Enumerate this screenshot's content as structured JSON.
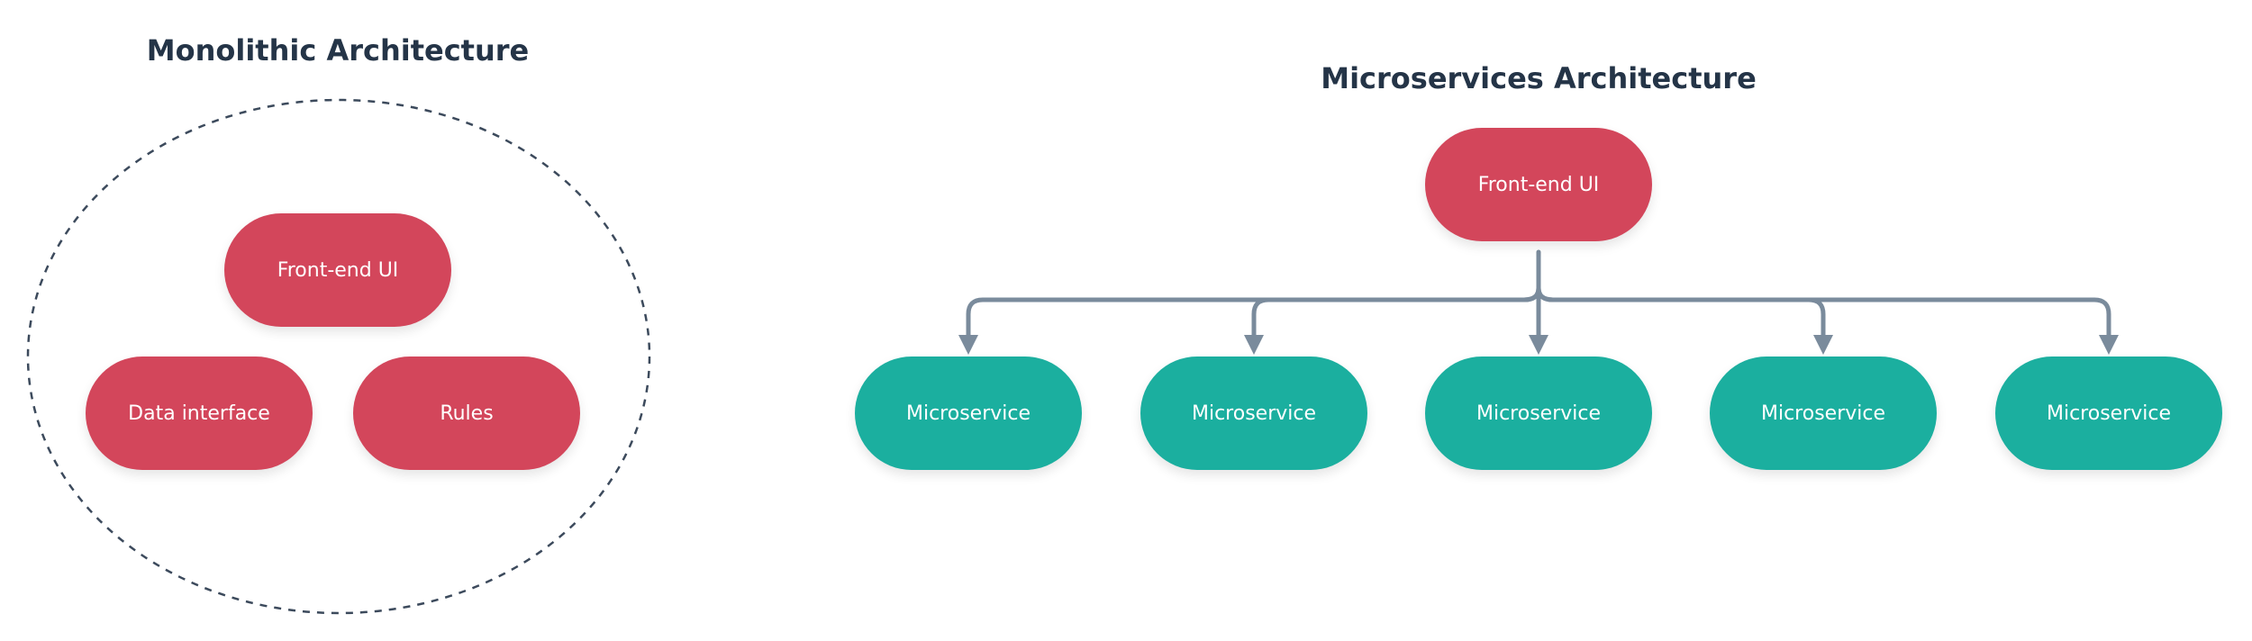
{
  "monolithic": {
    "title": "Monolithic Architecture",
    "nodes": {
      "frontend": "Front-end UI",
      "data_interface": "Data interface",
      "rules": "Rules"
    }
  },
  "microservices": {
    "title": "Microservices Architecture",
    "frontend": "Front-end UI",
    "services": [
      "Microservice",
      "Microservice",
      "Microservice",
      "Microservice",
      "Microservice"
    ]
  },
  "colors": {
    "title": "#243447",
    "ui_node": "#d3465b",
    "service_node": "#1baf9f",
    "connector": "#7a8b9c",
    "boundary": "#3c4a5c"
  }
}
